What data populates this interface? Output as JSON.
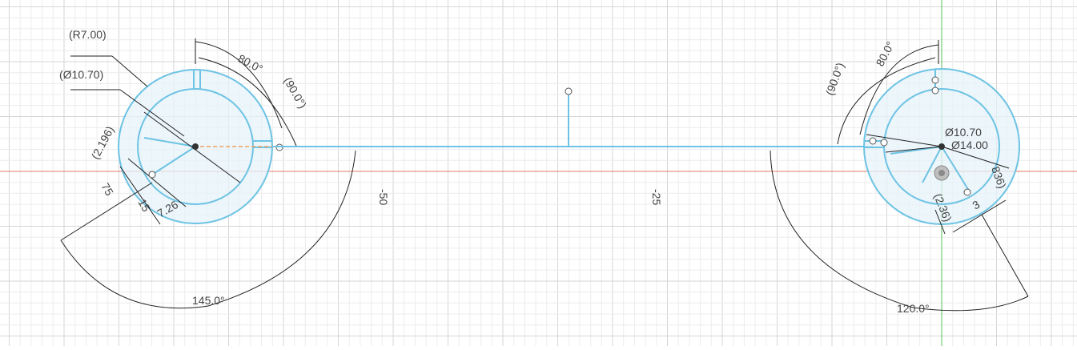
{
  "app": "Sketch canvas",
  "colors": {
    "background": "#ffffff",
    "grid_minor": "#ececec",
    "grid_major": "#d6d6d6",
    "sketch_line": "#6ec3e4",
    "profile_fill": "#e6f3fa",
    "x_axis": "#e07a6a",
    "y_axis": "#58c058",
    "dimension": "#222222",
    "construction": "#f0a060"
  },
  "axis_labels": {
    "minus_50": "-50",
    "minus_25": "-25"
  },
  "left_feature": {
    "radius_label": "(R7.00)",
    "diameter_label": "(Ø10.70)",
    "angle_80": "80.0°",
    "angle_90": "(90.0°)",
    "angle_145": "145.0°",
    "small_dim_1": "(2.196)",
    "small_dim_2": "75",
    "small_dim_3": "15",
    "small_dim_4": "7.26"
  },
  "right_feature": {
    "diameter_inner": "Ø10.70",
    "diameter_outer": "Ø14.00",
    "angle_80": "80.0°",
    "angle_90": "(90.0°)",
    "angle_120": "120.0°",
    "small_dim_1": "(2.36)",
    "small_dim_2": "836)",
    "small_dim_3": "3"
  },
  "icons": [
    "origin-icon",
    "sketch-point-icon",
    "center-point-icon"
  ]
}
